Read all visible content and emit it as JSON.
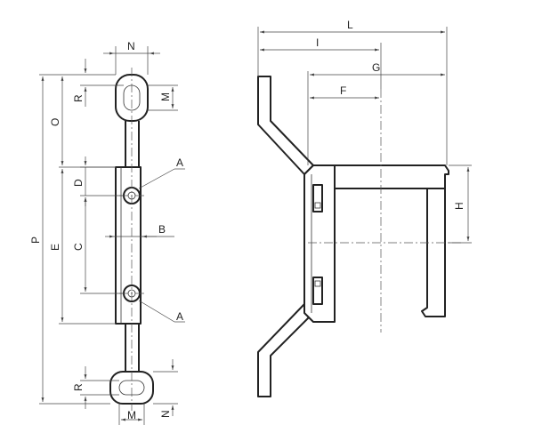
{
  "front_view": {
    "labels": {
      "N_top": "N",
      "R_top": "R",
      "M_top": "M",
      "O": "O",
      "P": "P",
      "A_top": "A",
      "D": "D",
      "E": "E",
      "C": "C",
      "B": "B",
      "A_bottom": "A",
      "R_bottom": "R",
      "N_bottom": "N",
      "M_bottom": "M"
    }
  },
  "side_view": {
    "labels": {
      "L": "L",
      "I": "I",
      "G": "G",
      "F": "F",
      "H": "H"
    }
  }
}
